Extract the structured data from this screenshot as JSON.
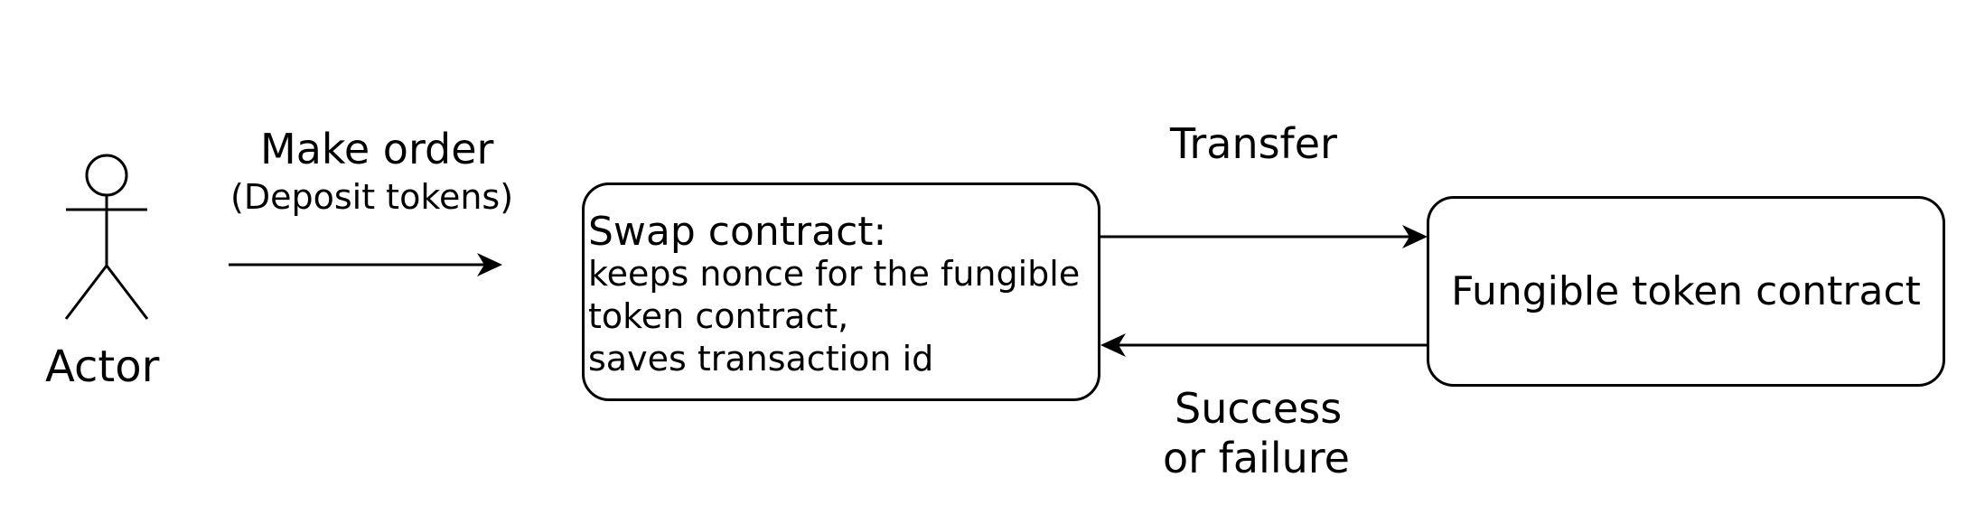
{
  "actor": {
    "label": "Actor"
  },
  "make_order": {
    "line1": "Make order",
    "line2": "(Deposit tokens)"
  },
  "swap_contract": {
    "title": "Swap contract:",
    "lines": [
      "keeps nonce for the fungible",
      "token contract,",
      "saves transaction id"
    ]
  },
  "fungible_contract": {
    "label": "Fungible token contract"
  },
  "transfer": {
    "label": "Transfer"
  },
  "result": {
    "line1": "Success",
    "line2": "or failure"
  },
  "colors": {
    "stroke": "#000000",
    "background": "#ffffff"
  },
  "icons": {
    "actor": "stick-figure-icon",
    "arrow": "arrow-head-icon"
  }
}
